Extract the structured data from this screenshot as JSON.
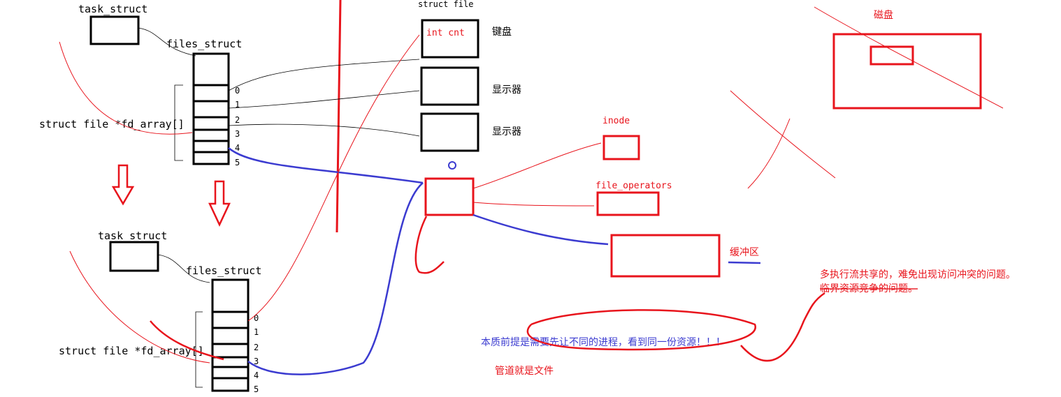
{
  "top_process": {
    "task_struct_label": "task_struct",
    "files_struct_label": "files_struct",
    "fd_array_label": "struct file *fd_array[]",
    "indices": [
      "0",
      "1",
      "2",
      "3",
      "4",
      "5"
    ]
  },
  "bottom_process": {
    "task_struct_label": "task_struct",
    "files_struct_label": "files_struct",
    "fd_array_label": "struct file *fd_array[]",
    "indices": [
      "0",
      "1",
      "2",
      "3",
      "4",
      "5"
    ]
  },
  "struct_file": {
    "label": "struct file",
    "field": "int cnt",
    "devices": [
      "键盘",
      "显示器",
      "显示器"
    ]
  },
  "kernel": {
    "inode_label": "inode",
    "file_operators_label": "file_operators",
    "buffer_label": "缓冲区"
  },
  "disk": {
    "label": "磁盘"
  },
  "notes": {
    "shared_problem": "多执行流共享的，难免出现访问冲突的问题。",
    "critical_resource": "临界资源竞争的问题。",
    "premise": "本质前提是需要先让不同的进程，看到同一份资源！！！",
    "pipe_is_file": "管道就是文件"
  },
  "colors": {
    "red": "#e8141c",
    "blue": "#3b3bd0",
    "black": "#000000"
  }
}
